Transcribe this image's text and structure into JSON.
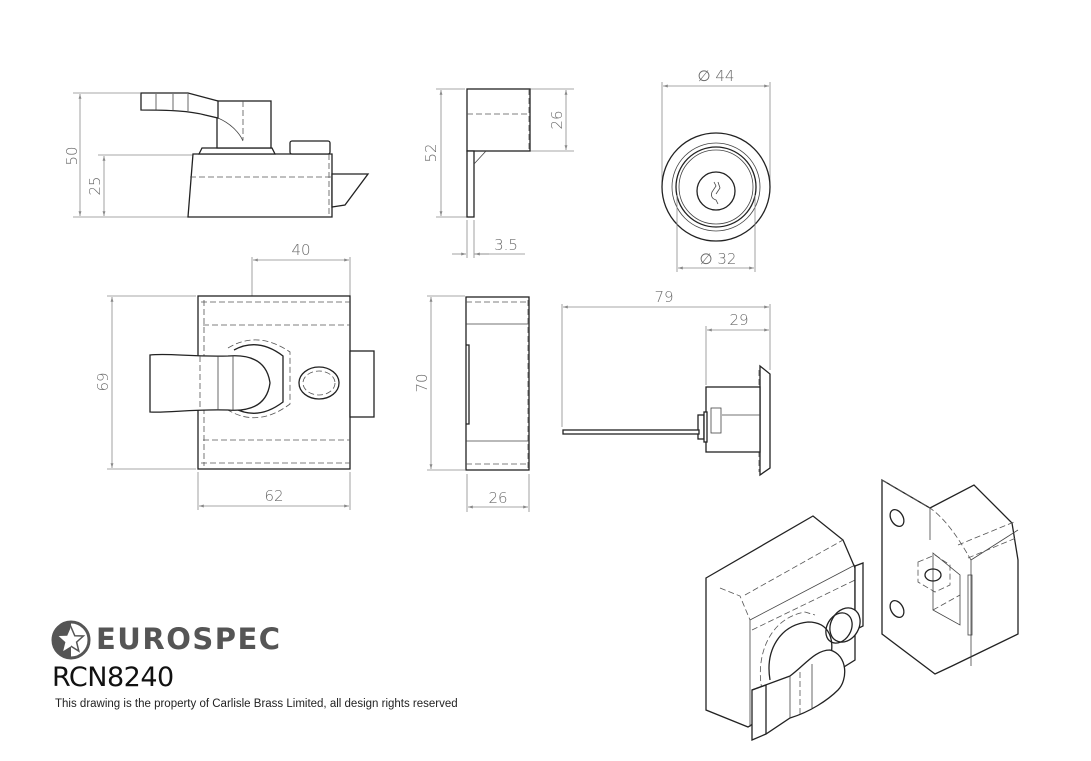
{
  "drawing": {
    "brand": "EUROSPEC",
    "brand_icon": "star-in-circle-logo",
    "model": "RCN8240",
    "rights_notice": "This drawing is the property of Carlisle Brass Limited, all design rights reserved",
    "colors": {
      "line": "#222222",
      "dimension": "#8a8a8a",
      "dim_text": "#6a6a6a",
      "brand": "#555555"
    }
  },
  "views": {
    "side_view": {
      "dims": {
        "overall_height": "50",
        "body_height": "25"
      }
    },
    "staple_side": {
      "dims": {
        "height": "52",
        "body_height": "26",
        "plate_thickness": "3.5"
      }
    },
    "cylinder_front": {
      "dims": {
        "rose_diameter": "∅ 44",
        "cylinder_diameter": "∅ 32"
      }
    },
    "front_view": {
      "dims": {
        "knob_offset": "40",
        "height": "69",
        "width": "62"
      }
    },
    "staple_front": {
      "dims": {
        "height": "70",
        "depth": "26"
      }
    },
    "cylinder_side": {
      "dims": {
        "overall_length": "79",
        "body_length": "29"
      }
    },
    "isometric": {
      "label": "isometric-view"
    }
  }
}
